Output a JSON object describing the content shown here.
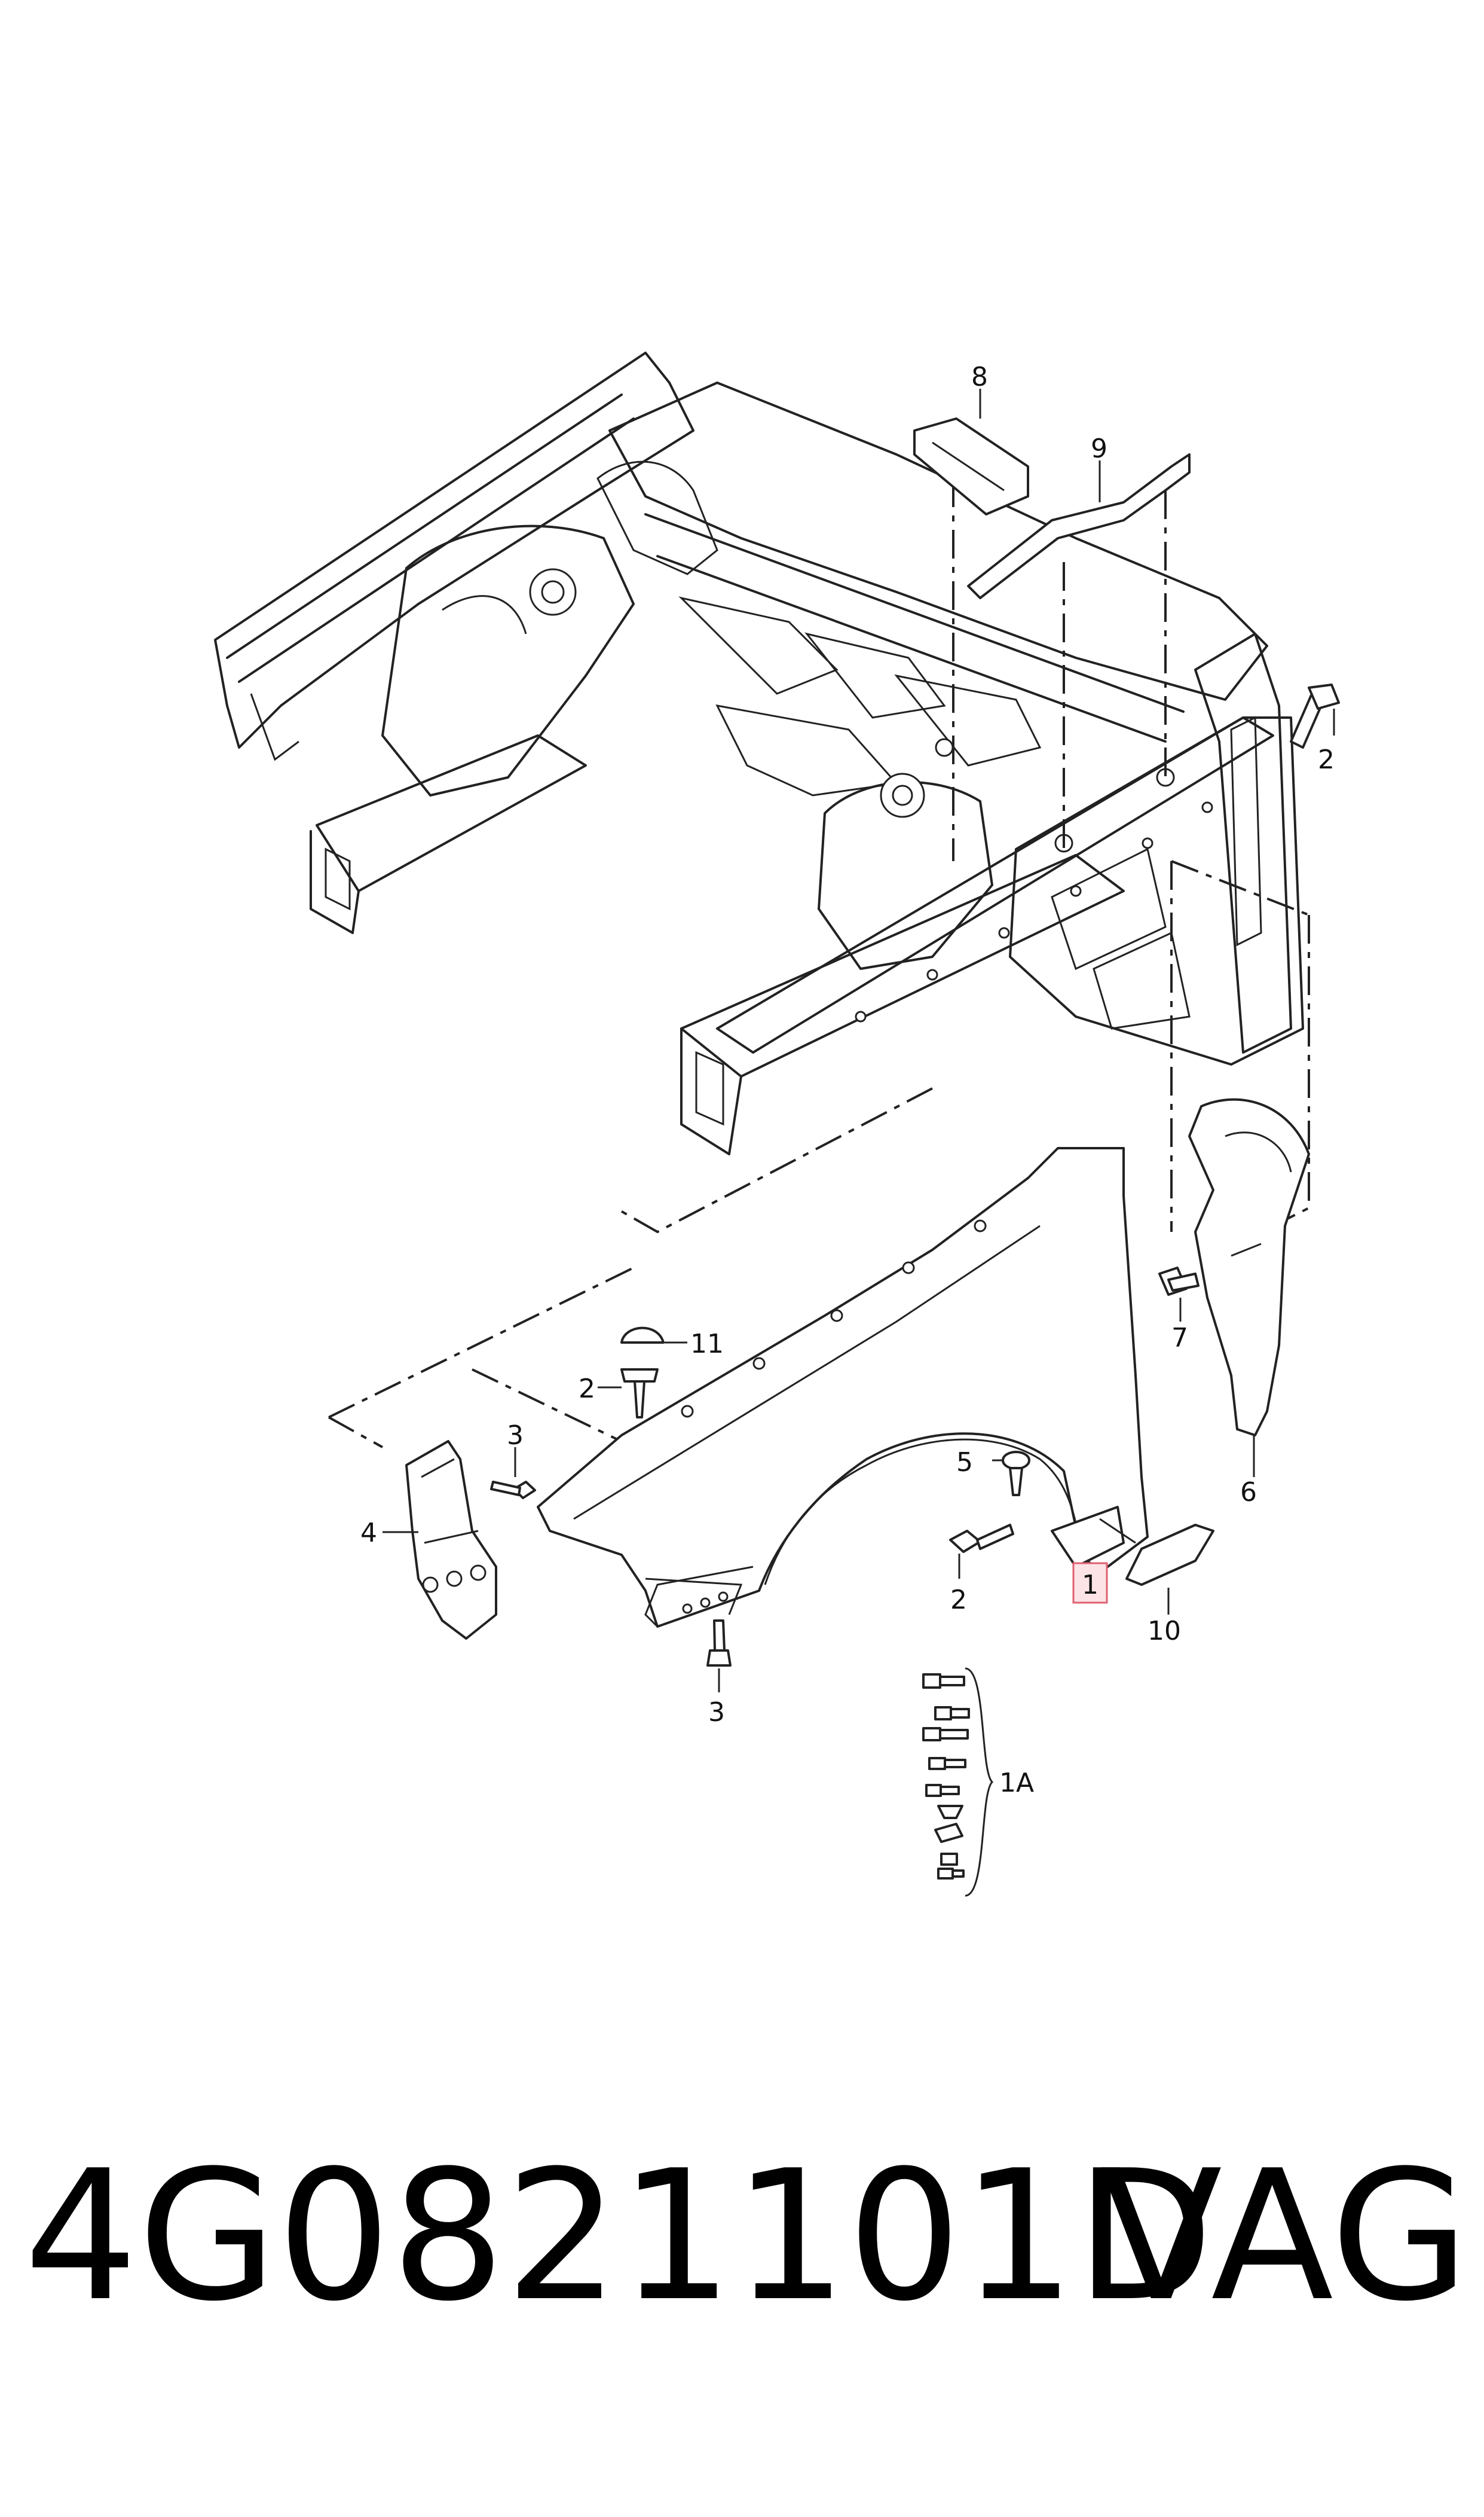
{
  "callouts": {
    "c8": "8",
    "c9": "9",
    "c2_top": "2",
    "c11": "11",
    "c2_mid": "2",
    "c3_left": "3",
    "c4": "4",
    "c7": "7",
    "c6": "6",
    "c5": "5",
    "c2_low": "2",
    "c1": "1",
    "c10": "10",
    "c3_low": "3",
    "c1A": "1A"
  },
  "footer": {
    "part_number": "4G0821101D",
    "brand": "VAG"
  },
  "colors": {
    "line": "#222222",
    "highlight_box": "#e06070"
  }
}
